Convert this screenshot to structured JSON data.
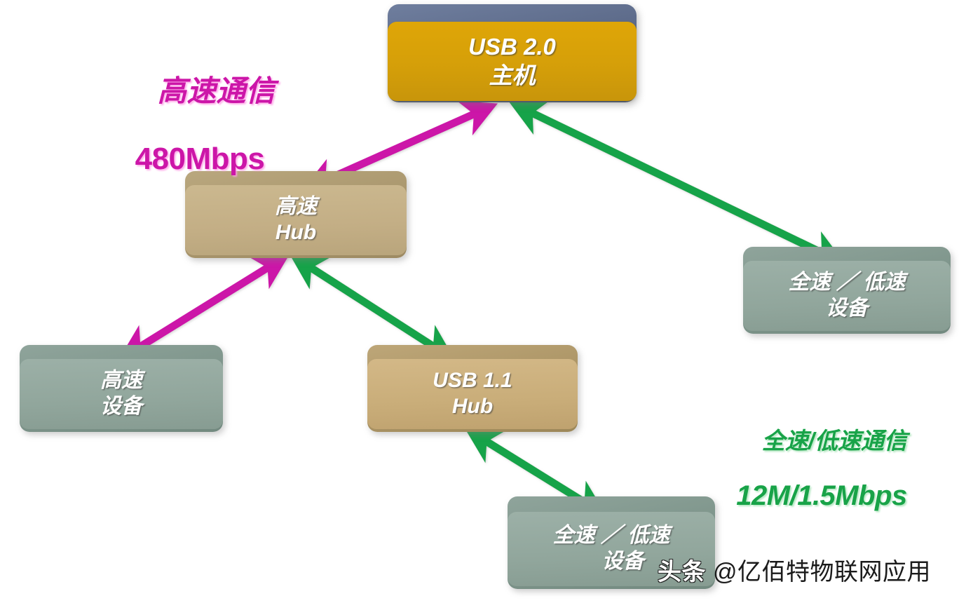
{
  "diagram": {
    "title": "USB 2.0 topology",
    "colors": {
      "high_speed": "#cc16a8",
      "full_low_speed": "#18a348",
      "host_face": "#d59f09",
      "host_body": "#5c6a89",
      "hub_tan": "#c3ae85",
      "hub11_tan": "#c9ad79",
      "device_sage": "#91a69c"
    },
    "nodes": {
      "host": {
        "line1": "USB 2.0",
        "line2": "主机"
      },
      "hub_high_speed": {
        "line1": "高速",
        "line2": "Hub"
      },
      "hub_usb11": {
        "line1": "USB 1.1",
        "line2": "Hub"
      },
      "device_high_speed": {
        "line1": "高速",
        "line2": "设备"
      },
      "device_full_low_right": {
        "line1": "全速 ／ 低速",
        "line2": "设备"
      },
      "device_full_low_bottom": {
        "line1": "全速 ／ 低速",
        "line2": "    设备"
      }
    },
    "legends": {
      "high_speed": {
        "line1": "高速通信",
        "line2": "480Mbps"
      },
      "full_low_speed": {
        "line1": "全速/低速通信",
        "line2": "12M/1.5Mbps"
      }
    },
    "links": [
      {
        "id": "host-hub-hs",
        "from": "host",
        "to": "hub_high_speed",
        "color": "#cc16a8",
        "bidirectional": true,
        "speed": "480Mbps"
      },
      {
        "id": "host-dev-fls",
        "from": "host",
        "to": "device_full_low_right",
        "color": "#18a348",
        "bidirectional": true,
        "speed": "12M/1.5Mbps"
      },
      {
        "id": "hub-hs-dev-hs",
        "from": "hub_high_speed",
        "to": "device_high_speed",
        "color": "#cc16a8",
        "bidirectional": true,
        "speed": "480Mbps"
      },
      {
        "id": "hub-hs-hub-11",
        "from": "hub_high_speed",
        "to": "hub_usb11",
        "color": "#18a348",
        "bidirectional": true,
        "speed": "12M/1.5Mbps"
      },
      {
        "id": "hub-11-dev-fls",
        "from": "hub_usb11",
        "to": "device_full_low_bottom",
        "color": "#18a348",
        "bidirectional": true,
        "speed": "12M/1.5Mbps"
      }
    ]
  },
  "watermark": {
    "platform": "头条",
    "handle": "@亿佰特物联网应用"
  }
}
